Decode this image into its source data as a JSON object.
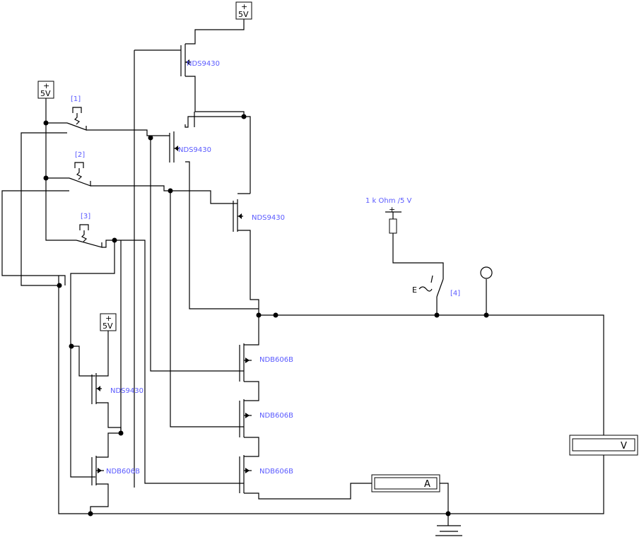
{
  "supplies": {
    "label": "5V",
    "plus": "+"
  },
  "switches": [
    {
      "id": "1",
      "label": "[1]"
    },
    {
      "id": "2",
      "label": "[2]"
    },
    {
      "id": "3",
      "label": "[3]"
    },
    {
      "id": "4",
      "label": "[4]",
      "key": "E"
    }
  ],
  "transistors": {
    "pmos": "NDS9430",
    "nmos": "NDB606B"
  },
  "load": {
    "label": "1 k Ohm /5 V",
    "plus": "+"
  },
  "ammeter": {
    "label": "A"
  },
  "voltmeter": {
    "label": "V"
  },
  "colors": {
    "wire": "#000000",
    "label": "#5a5aff",
    "meter_border": "#000000"
  }
}
